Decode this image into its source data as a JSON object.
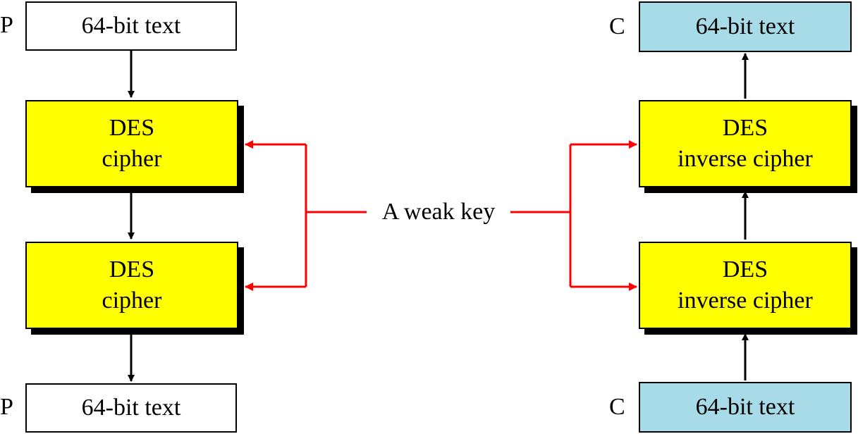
{
  "left": {
    "top_label": "P",
    "top_box": "64-bit text",
    "cipher1": {
      "line1": "DES",
      "line2": "cipher"
    },
    "cipher2": {
      "line1": "DES",
      "line2": "cipher"
    },
    "bottom_label": "P",
    "bottom_box": "64-bit text"
  },
  "right": {
    "top_label": "C",
    "top_box": "64-bit text",
    "cipher1": {
      "line1": "DES",
      "line2": "inverse cipher"
    },
    "cipher2": {
      "line1": "DES",
      "line2": "inverse cipher"
    },
    "bottom_label": "C",
    "bottom_box": "64-bit text"
  },
  "key_label": "A weak key",
  "colors": {
    "cipher_fill": "#ffff00",
    "ciphertext_fill": "#a8dbe8",
    "plaintext_fill": "#ffffff",
    "key_arrow": "#ff0000",
    "flow_arrow": "#000000"
  }
}
